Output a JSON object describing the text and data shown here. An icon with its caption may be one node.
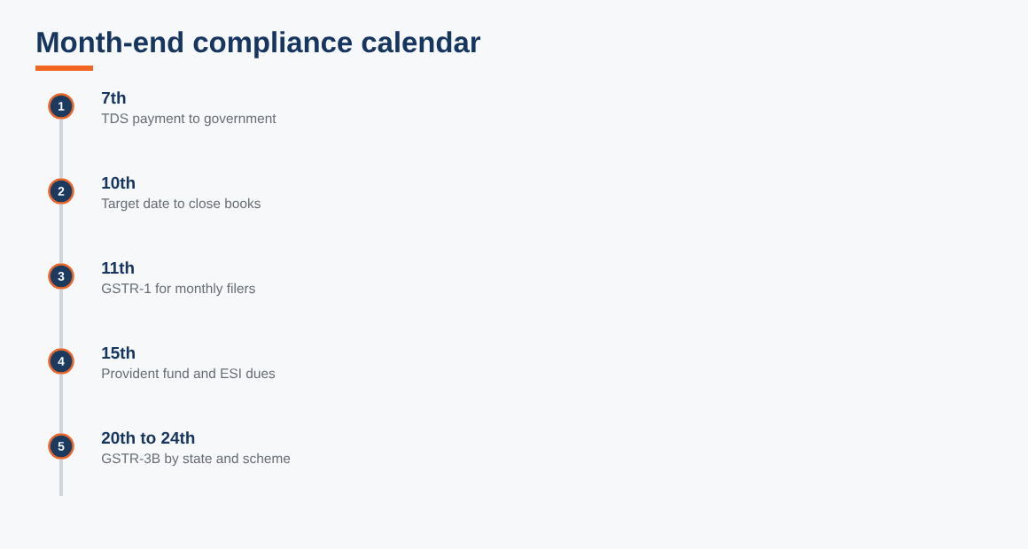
{
  "diagram": {
    "title": "Month-end compliance calendar",
    "nodes": [
      {
        "text": [
          "1"
        ],
        "beside": [
          "7th",
          "TDS payment to government"
        ]
      },
      {
        "text": [
          "2"
        ],
        "beside": [
          "10th",
          "Target date to close books"
        ]
      },
      {
        "text": [
          "3"
        ],
        "beside": [
          "11th",
          "GSTR-1 for monthly filers"
        ]
      },
      {
        "text": [
          "4"
        ],
        "beside": [
          "15th",
          "Provident fund and ESI dues"
        ]
      },
      {
        "text": [
          "5"
        ],
        "beside": [
          "20th to 24th",
          "GSTR-3B by state and scheme"
        ]
      }
    ],
    "edges": [
      {
        "from": 0,
        "to": 1,
        "arrow": "none"
      },
      {
        "from": 1,
        "to": 2,
        "arrow": "none"
      },
      {
        "from": 2,
        "to": 3,
        "arrow": "none"
      },
      {
        "from": 3,
        "to": 4,
        "arrow": "none"
      },
      {
        "from": 4,
        "to": null,
        "arrow": "none"
      }
    ]
  }
}
